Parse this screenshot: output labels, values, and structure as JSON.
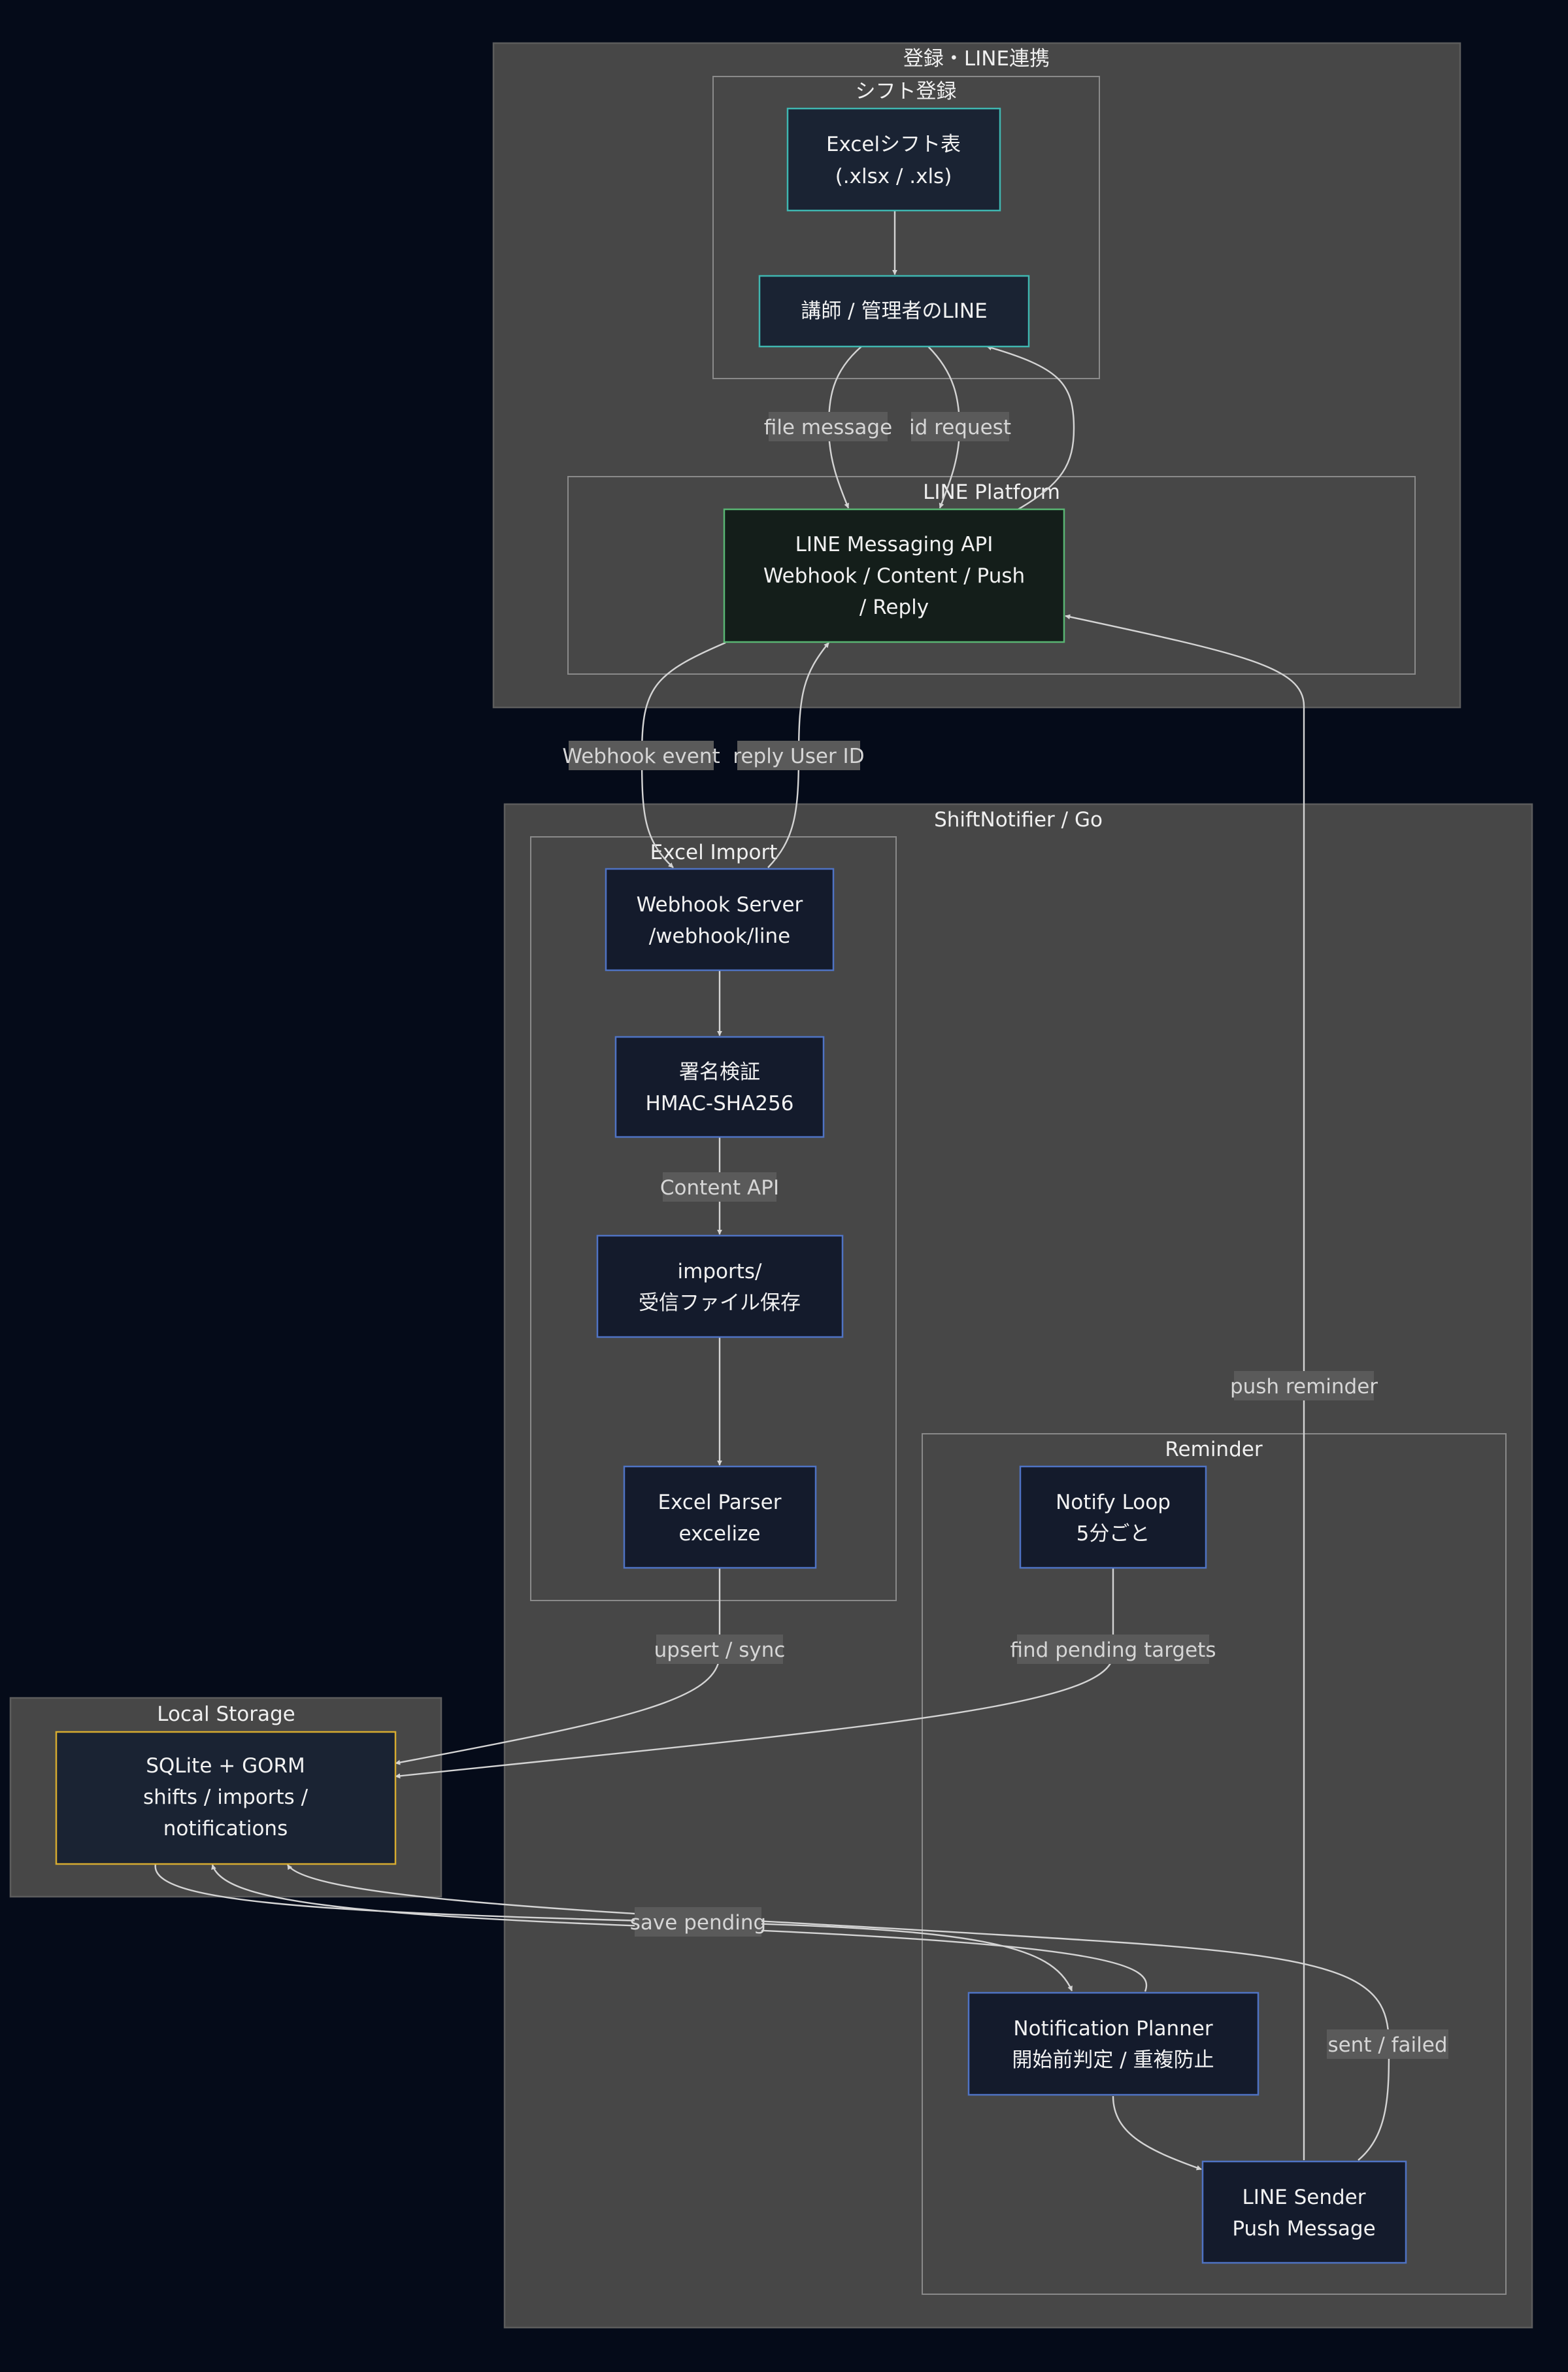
{
  "diagram": {
    "clusters": {
      "registration": "登録・LINE連携",
      "shift_registration": "シフト登録",
      "line_platform": "LINE Platform",
      "shiftnotifier": "ShiftNotifier / Go",
      "excel_import": "Excel Import",
      "reminder": "Reminder",
      "local_storage": "Local Storage"
    },
    "nodes": {
      "excel_shift": [
        "Excelシフト表",
        "(.xlsx / .xls)"
      ],
      "line_user": [
        "講師 / 管理者のLINE"
      ],
      "line_api": [
        "LINE Messaging API",
        "Webhook / Content / Push",
        "/ Reply"
      ],
      "webhook_server": [
        "Webhook Server",
        "/webhook/line"
      ],
      "signature": [
        "署名検証",
        "HMAC-SHA256"
      ],
      "imports": [
        "imports/",
        "受信ファイル保存"
      ],
      "excel_parser": [
        "Excel Parser",
        "excelize"
      ],
      "notify_loop": [
        "Notify Loop",
        "5分ごと"
      ],
      "sqlite": [
        "SQLite + GORM",
        "shifts / imports /",
        "notifications"
      ],
      "planner": [
        "Notification Planner",
        "開始前判定 / 重複防止"
      ],
      "sender": [
        "LINE Sender",
        "Push Message"
      ]
    },
    "edge_labels": {
      "file_message": "file message",
      "id_request": "id request",
      "webhook_event": "Webhook event",
      "reply_user_id": "reply User ID",
      "content_api": "Content API",
      "push_reminder": "push reminder",
      "upsert_sync": "upsert / sync",
      "find_pending": "find pending targets",
      "save_pending": "save pending",
      "sent_failed": "sent / failed"
    },
    "colors": {
      "background": "#050b19",
      "cluster_fill": "#474747",
      "node_fill": "#1a2333",
      "teal_border": "#3fb6b0",
      "green_border": "#59b573",
      "blue_border": "#4f73c4",
      "yellow_border": "#d6ab30",
      "line_api_fill": "#141e1a",
      "edge": "#d4d4d4"
    }
  }
}
